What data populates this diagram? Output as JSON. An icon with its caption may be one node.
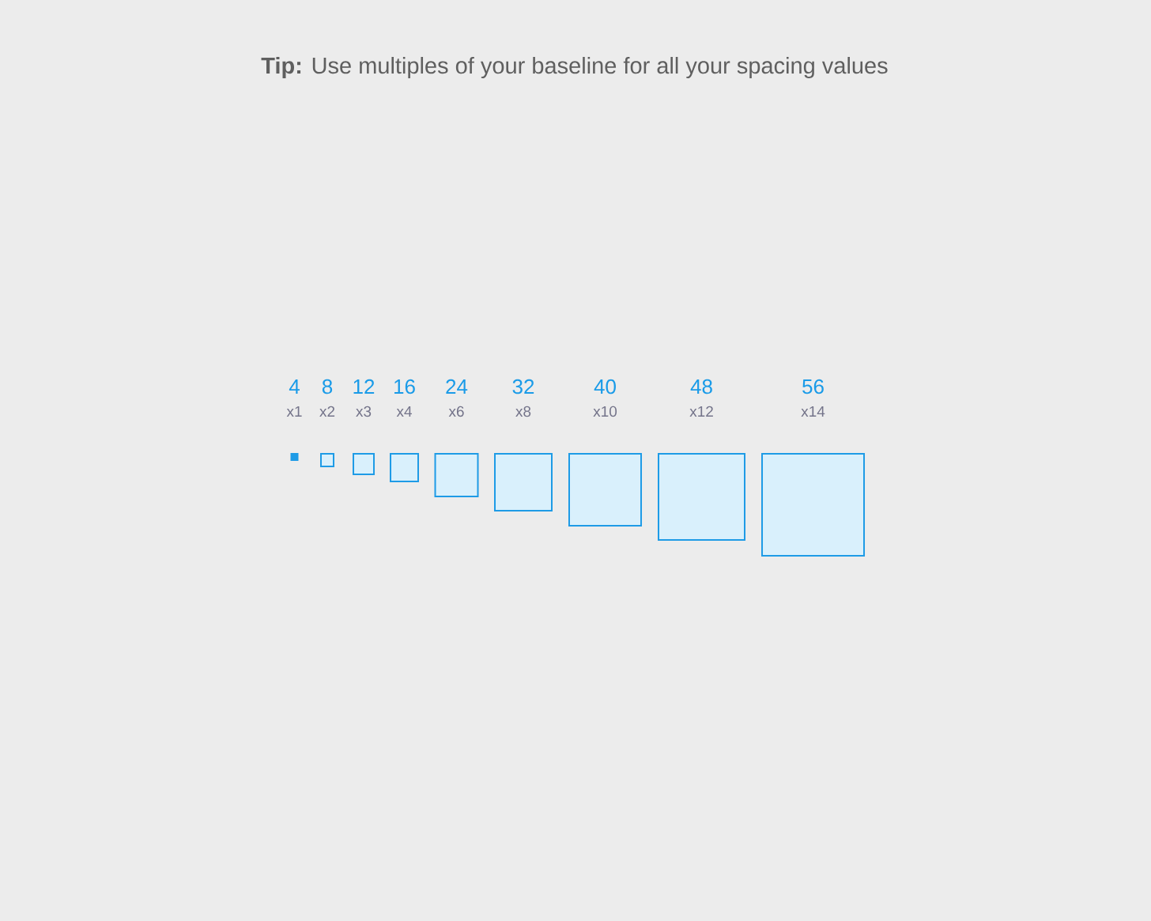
{
  "diagram": {
    "title": "**Tip:** Use multiples of your baseline for all your spacing values",
    "nodes": [
      {
        "text": [],
        "shape": "box",
        "beside": [
          "4",
          "x1"
        ]
      },
      {
        "text": [],
        "shape": "box",
        "beside": [
          "8",
          "x2"
        ]
      },
      {
        "text": [],
        "shape": "box",
        "beside": [
          "12",
          "x3"
        ]
      },
      {
        "text": [],
        "shape": "box",
        "beside": [
          "16",
          "x4"
        ]
      },
      {
        "text": [],
        "shape": "box",
        "beside": [
          "24",
          "x6"
        ]
      },
      {
        "text": [],
        "shape": "box",
        "beside": [
          "32",
          "x8"
        ]
      },
      {
        "text": [],
        "shape": "box",
        "beside": [
          "40",
          "x10"
        ]
      },
      {
        "text": [],
        "shape": "box",
        "beside": [
          "48",
          "x12"
        ]
      },
      {
        "text": [],
        "shape": "box",
        "beside": [
          "56",
          "x14"
        ]
      }
    ]
  }
}
